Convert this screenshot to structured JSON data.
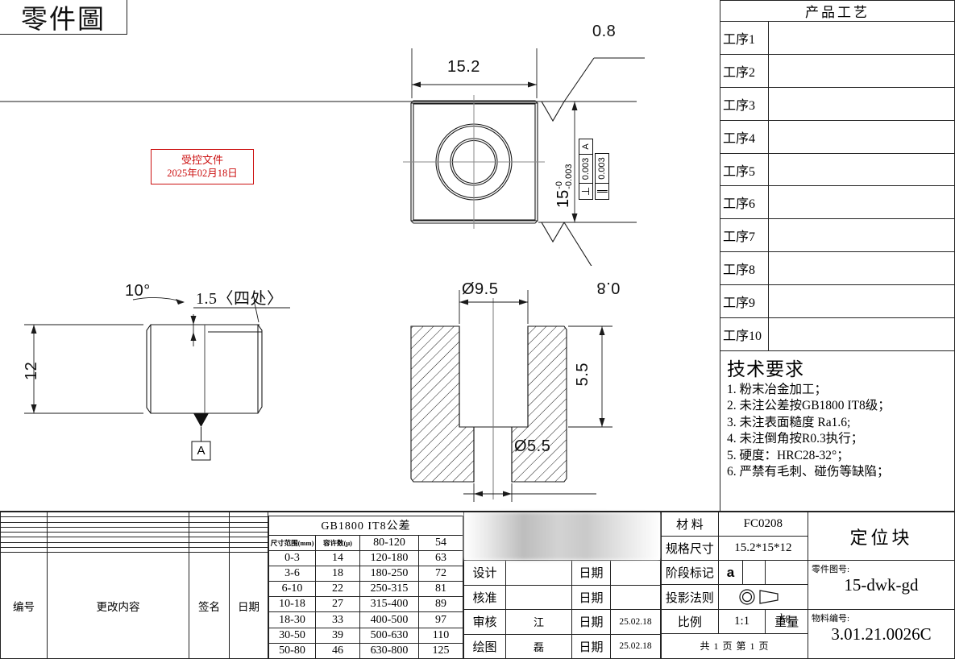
{
  "sheet": {
    "title": "零件圖",
    "stamp": {
      "line1": "受控文件",
      "line2": "2025年02月18日",
      "color": "#cc1111"
    }
  },
  "views": {
    "top_view": {
      "name": "top-view",
      "width_dim": "15.2",
      "height_dim_base": "15",
      "height_dim_upper": "-0",
      "height_dim_lower": "-0.003",
      "roughness_top": "0.8",
      "roughness_bottom": "0.8",
      "gdt": [
        {
          "symbol": "⊥",
          "tolerance": "0.003",
          "datum": "A"
        },
        {
          "symbol": "//",
          "tolerance": "0.003",
          "datum": ""
        }
      ]
    },
    "front_view": {
      "name": "front-view",
      "height_dim": "12",
      "angle_dim": "10°",
      "chamfer_dim": "1.5〈四处〉",
      "datum_label": "A"
    },
    "section_view": {
      "name": "section-view",
      "counterbore_dia": "Ø9.5",
      "counterbore_depth": "5.5",
      "through_hole_dia": "Ø5.5"
    }
  },
  "process_table": {
    "header": "产品工艺",
    "rows": [
      {
        "label": "工序1",
        "value": ""
      },
      {
        "label": "工序2",
        "value": ""
      },
      {
        "label": "工序3",
        "value": ""
      },
      {
        "label": "工序4",
        "value": ""
      },
      {
        "label": "工序5",
        "value": ""
      },
      {
        "label": "工序6",
        "value": ""
      },
      {
        "label": "工序7",
        "value": ""
      },
      {
        "label": "工序8",
        "value": ""
      },
      {
        "label": "工序9",
        "value": ""
      },
      {
        "label": "工序10",
        "value": ""
      }
    ]
  },
  "technical_requirements": {
    "title": "技术要求",
    "items": [
      "1. 粉末冶金加工；",
      "2. 未注公差按GB1800 IT8级；",
      "3. 未注表面糙度 Ra1.6;",
      "4. 未注倒角按R0.3执行；",
      "5. 硬度：HRC28-32°；",
      "6. 严禁有毛刺、碰伤等缺陷；"
    ]
  },
  "revision_table": {
    "headers": {
      "no": "编号",
      "content": "更改内容",
      "sign": "签名",
      "date": "日期"
    },
    "rows": [
      {
        "no": "",
        "content": "",
        "sign": "",
        "date": ""
      },
      {
        "no": "",
        "content": "",
        "sign": "",
        "date": ""
      },
      {
        "no": "",
        "content": "",
        "sign": "",
        "date": ""
      },
      {
        "no": "",
        "content": "",
        "sign": "",
        "date": ""
      },
      {
        "no": "",
        "content": "",
        "sign": "",
        "date": ""
      },
      {
        "no": "",
        "content": "",
        "sign": "",
        "date": ""
      },
      {
        "no": "",
        "content": "",
        "sign": "",
        "date": ""
      },
      {
        "no": "",
        "content": "",
        "sign": "",
        "date": ""
      }
    ]
  },
  "gb_tolerance_table": {
    "caption": "GB1800  IT8公差",
    "col_headers": {
      "range": "尺寸范围(mm)",
      "value": "容许数(μ)"
    },
    "rows": [
      {
        "range_l": "",
        "val_l": "",
        "range_r": "80-120",
        "val_r": "54"
      },
      {
        "range_l": "0-3",
        "val_l": "14",
        "range_r": "120-180",
        "val_r": "63"
      },
      {
        "range_l": "3-6",
        "val_l": "18",
        "range_r": "180-250",
        "val_r": "72"
      },
      {
        "range_l": "6-10",
        "val_l": "22",
        "range_r": "250-315",
        "val_r": "81"
      },
      {
        "range_l": "10-18",
        "val_l": "27",
        "range_r": "315-400",
        "val_r": "89"
      },
      {
        "range_l": "18-30",
        "val_l": "33",
        "range_r": "400-500",
        "val_r": "97"
      },
      {
        "range_l": "30-50",
        "val_l": "39",
        "range_r": "500-630",
        "val_r": "110"
      },
      {
        "range_l": "50-80",
        "val_l": "46",
        "range_r": "630-800",
        "val_r": "125"
      }
    ]
  },
  "signature_table": {
    "rows": [
      {
        "role": "设计",
        "name": "",
        "date_label": "日期",
        "date": ""
      },
      {
        "role": "核准",
        "name": "",
        "date_label": "日期",
        "date": ""
      },
      {
        "role": "审核",
        "name": "江",
        "date_label": "日期",
        "date": "25.02.18"
      },
      {
        "role": "绘图",
        "name": "磊",
        "date_label": "日期",
        "date": "25.02.18"
      }
    ]
  },
  "title_block": {
    "material_label": "材 料",
    "material_value": "FC0208",
    "spec_label": "规格尺寸",
    "spec_value": "15.2*15*12",
    "stage_label": "阶段标记",
    "stage_value": "a",
    "projection_label": "投影法则",
    "scale_label": "比例",
    "scale_value": "1:1",
    "weight_label": "重量",
    "weight_unit": "kg",
    "pages": "共 1 页   第 1 页",
    "part_name": "定位块",
    "part_no_label": "零件图号:",
    "part_no_value": "15-dwk-gd",
    "material_no_label": "物料编号:",
    "material_no_value": "3.01.21.0026C"
  }
}
